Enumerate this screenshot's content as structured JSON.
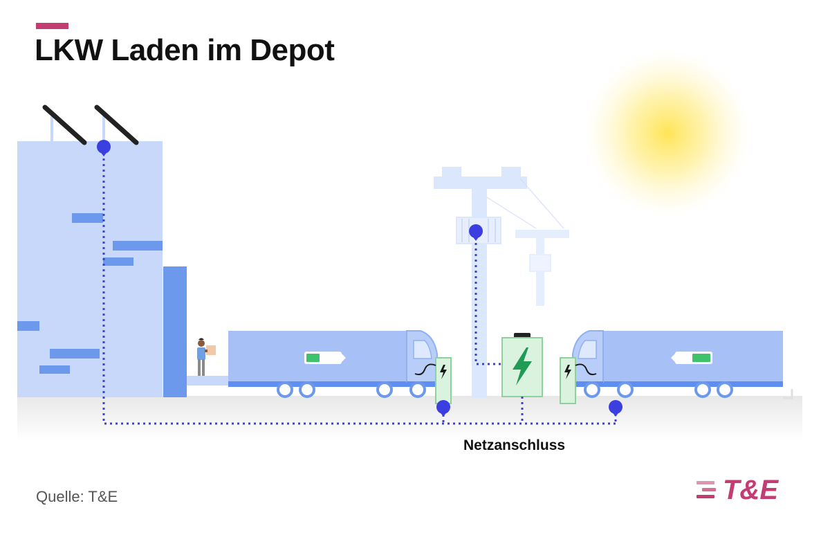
{
  "title": "LKW Laden im Depot",
  "labels": {
    "grid_connection": "Netzanschluss",
    "source": "Quelle: T&E"
  },
  "logo": {
    "text": "T&E"
  },
  "colors": {
    "accent": "#c43d72",
    "building": "#c7d8fb",
    "building_dark": "#6c99ec",
    "truck": "#a7c1f7",
    "truck_stripe": "#5e8ff0",
    "connector": "#3b3fe0",
    "battery": "#d9f3df",
    "battery_border": "#8fd19c",
    "battery_icon": "#1f9b55",
    "sun": "#ffe873"
  },
  "icons": {
    "sun": "sun-icon",
    "solar_panel": "solar-panel-icon",
    "battery": "battery-icon",
    "charger": "charger-icon",
    "lightning": "lightning-icon",
    "worker": "worker-icon"
  },
  "state": {
    "left_truck_charge": 0.4,
    "right_truck_charge": 0.55
  }
}
